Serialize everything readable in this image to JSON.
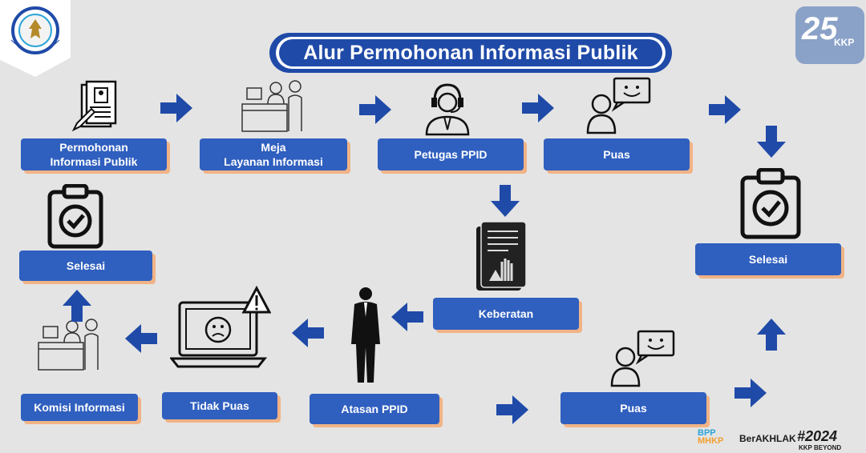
{
  "title": "Alur Permohonan Informasi Publik",
  "colors": {
    "box": "#2f5fbf",
    "arrow": "#1f4aa8",
    "shadow": "#f1b385",
    "background": "#e4e4e4"
  },
  "boxes": {
    "permohonan": "Permohonan\nInformasi Publik",
    "meja": "Meja\nLayanan Informasi",
    "petugas": "Petugas PPID",
    "puas_top": "Puas",
    "selesai_right": "Selesai",
    "keberatan": "Keberatan",
    "selesai_left": "Selesai",
    "komisi": "Komisi Informasi",
    "tidak_puas": "Tidak Puas",
    "atasan": "Atasan PPID",
    "puas_bottom": "Puas"
  },
  "branding": {
    "badge_number": "25",
    "badge_label": "KKP",
    "bpp_line1": "BPP",
    "bpp_line2": "MHKP",
    "berakhlak": "BerAKHLAK",
    "year_tag": "#2024",
    "kkp_beyond": "KKP BEYOND"
  },
  "icons": [
    "ministry-seal-icon",
    "document-form-icon",
    "service-desk-icon",
    "headset-agent-icon",
    "user-chat-smile-icon",
    "clipboard-check-icon",
    "objection-document-icon",
    "businessman-icon",
    "laptop-sad-warning-icon",
    "arrow-icon"
  ]
}
